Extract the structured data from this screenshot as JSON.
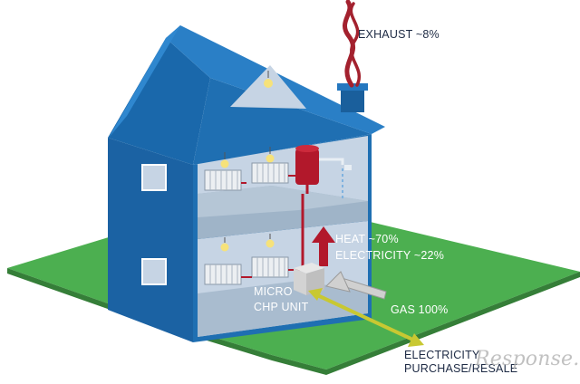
{
  "labels": {
    "exhaust": "EXHAUST ~8%",
    "heat": "HEAT ~70%",
    "electricity_share": "ELECTRICITY ~22%",
    "micro": "MICRO",
    "chp_unit": "CHP UNIT",
    "gas": "GAS 100%",
    "electricity_line1": "ELECTRICITY",
    "electricity_line2": "PURCHASE/RESALE",
    "watermark": "Response."
  },
  "colors": {
    "house_front": "#1f6fb2",
    "house_side": "#175a94",
    "roof": "#2477bf",
    "lawn": "#4caf50",
    "interior": "#c9d7e6",
    "heat_arrow": "#b2182b",
    "gas_arrow": "#c8c8c8",
    "electricity_arrow": "#cccc33",
    "chimney_flow": "#a3212e"
  }
}
